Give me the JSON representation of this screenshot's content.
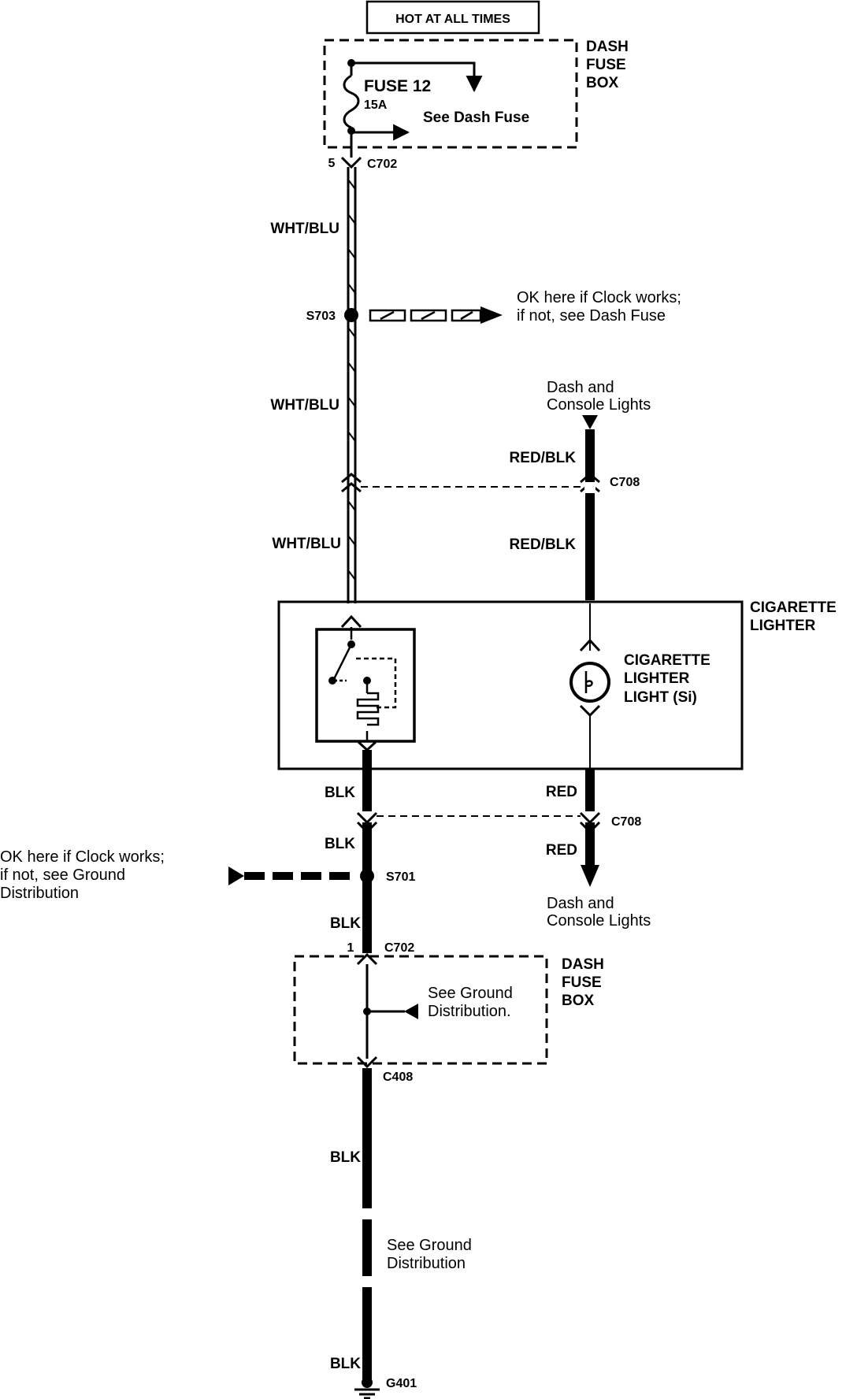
{
  "header": {
    "hot_at_all_times": "HOT AT ALL TIMES"
  },
  "fuse_box_top": {
    "label_line1": "DASH",
    "label_line2": "FUSE",
    "label_line3": "BOX",
    "fuse_name": "FUSE 12",
    "fuse_rating": "15A",
    "see_dash_fuse": "See Dash Fuse"
  },
  "connectors": {
    "c702_top_pin": "5",
    "c702_top": "C702",
    "s703": "S703",
    "c708_upper": "C708",
    "c708_lower": "C708",
    "s701": "S701",
    "c702_bottom_pin": "1",
    "c702_bottom": "C702",
    "c408": "C408",
    "g401": "G401"
  },
  "wires": {
    "wht_blu_1": "WHT/BLU",
    "wht_blu_2": "WHT/BLU",
    "wht_blu_3": "WHT/BLU",
    "red_blk_1": "RED/BLK",
    "red_blk_2": "RED/BLK",
    "blk_1": "BLK",
    "blk_2": "BLK",
    "blk_3": "BLK",
    "blk_4": "BLK",
    "blk_5": "BLK",
    "red_1": "RED",
    "red_2": "RED"
  },
  "notes": {
    "s703_line1": "OK here if Clock works;",
    "s703_line2": "if not, see Dash Fuse",
    "dash_console_top_line1": "Dash and",
    "dash_console_top_line2": "Console Lights",
    "dash_console_bottom_line1": "Dash and",
    "dash_console_bottom_line2": "Console Lights",
    "s701_line1": "OK here if Clock works;",
    "s701_line2": "if not, see Ground",
    "s701_line3": "Distribution",
    "see_ground_line1": "See Ground",
    "see_ground_line2": "Distribution.",
    "see_ground2_line1": "See Ground",
    "see_ground2_line2": "Distribution"
  },
  "component": {
    "outer_label_line1": "CIGARETTE",
    "outer_label_line2": "LIGHTER",
    "light_line1": "CIGARETTE",
    "light_line2": "LIGHTER",
    "light_line3": "LIGHT (Si)"
  },
  "fuse_box_bottom": {
    "label_line1": "DASH",
    "label_line2": "FUSE",
    "label_line3": "BOX"
  }
}
